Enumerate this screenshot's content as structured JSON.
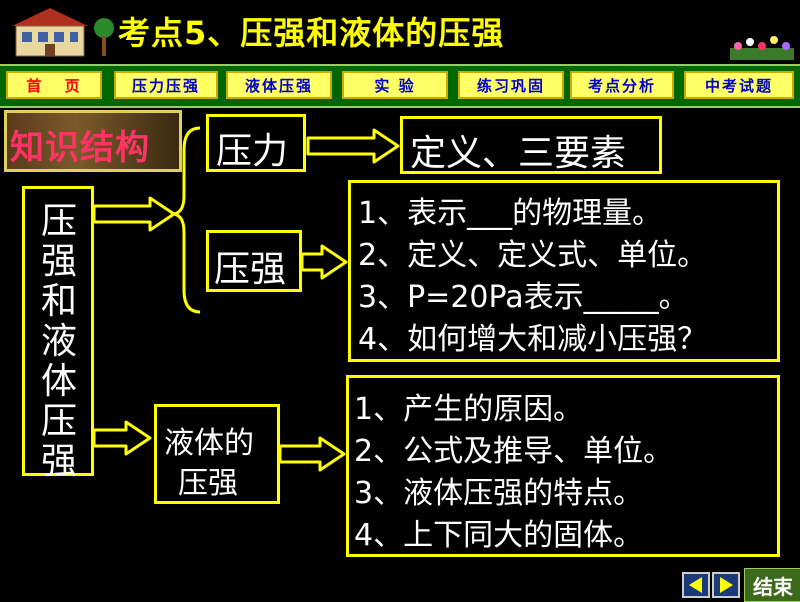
{
  "header": {
    "title": "考点5、压强和液体的压强"
  },
  "nav": {
    "items": [
      {
        "label": "首 页"
      },
      {
        "label": "压力压强"
      },
      {
        "label": "液体压强"
      },
      {
        "label": "实 验"
      },
      {
        "label": "练习巩固"
      },
      {
        "label": "考点分析"
      },
      {
        "label": "中考试题"
      }
    ]
  },
  "knowledge": {
    "label": "知识结构"
  },
  "main_topic": {
    "chars": [
      "压",
      "强",
      "和",
      "液",
      "体",
      "压",
      "强"
    ]
  },
  "pressure_force": {
    "label": "压力"
  },
  "definition": {
    "label": "定义、三要素"
  },
  "pressure": {
    "label": "压强"
  },
  "pressure_list": [
    "1、表示___的物理量。",
    "2、定义、定义式、单位。",
    "3、P=20Pa表示_____。",
    "4、如何增大和减小压强？"
  ],
  "liquid_pressure": {
    "line1": "液体的",
    "line2": "压强"
  },
  "liquid_list": [
    "1、产生的原因。",
    "2、公式及推导、单位。",
    "3、液体压强的特点。",
    "4、上下同大的固体。"
  ],
  "footer": {
    "end_label": "结束"
  },
  "colors": {
    "accent": "#ffff00",
    "nav_bg": "#006600",
    "nav_btn": "#ffff66",
    "title": "#ffff00",
    "knowledge": "#ff3366"
  }
}
